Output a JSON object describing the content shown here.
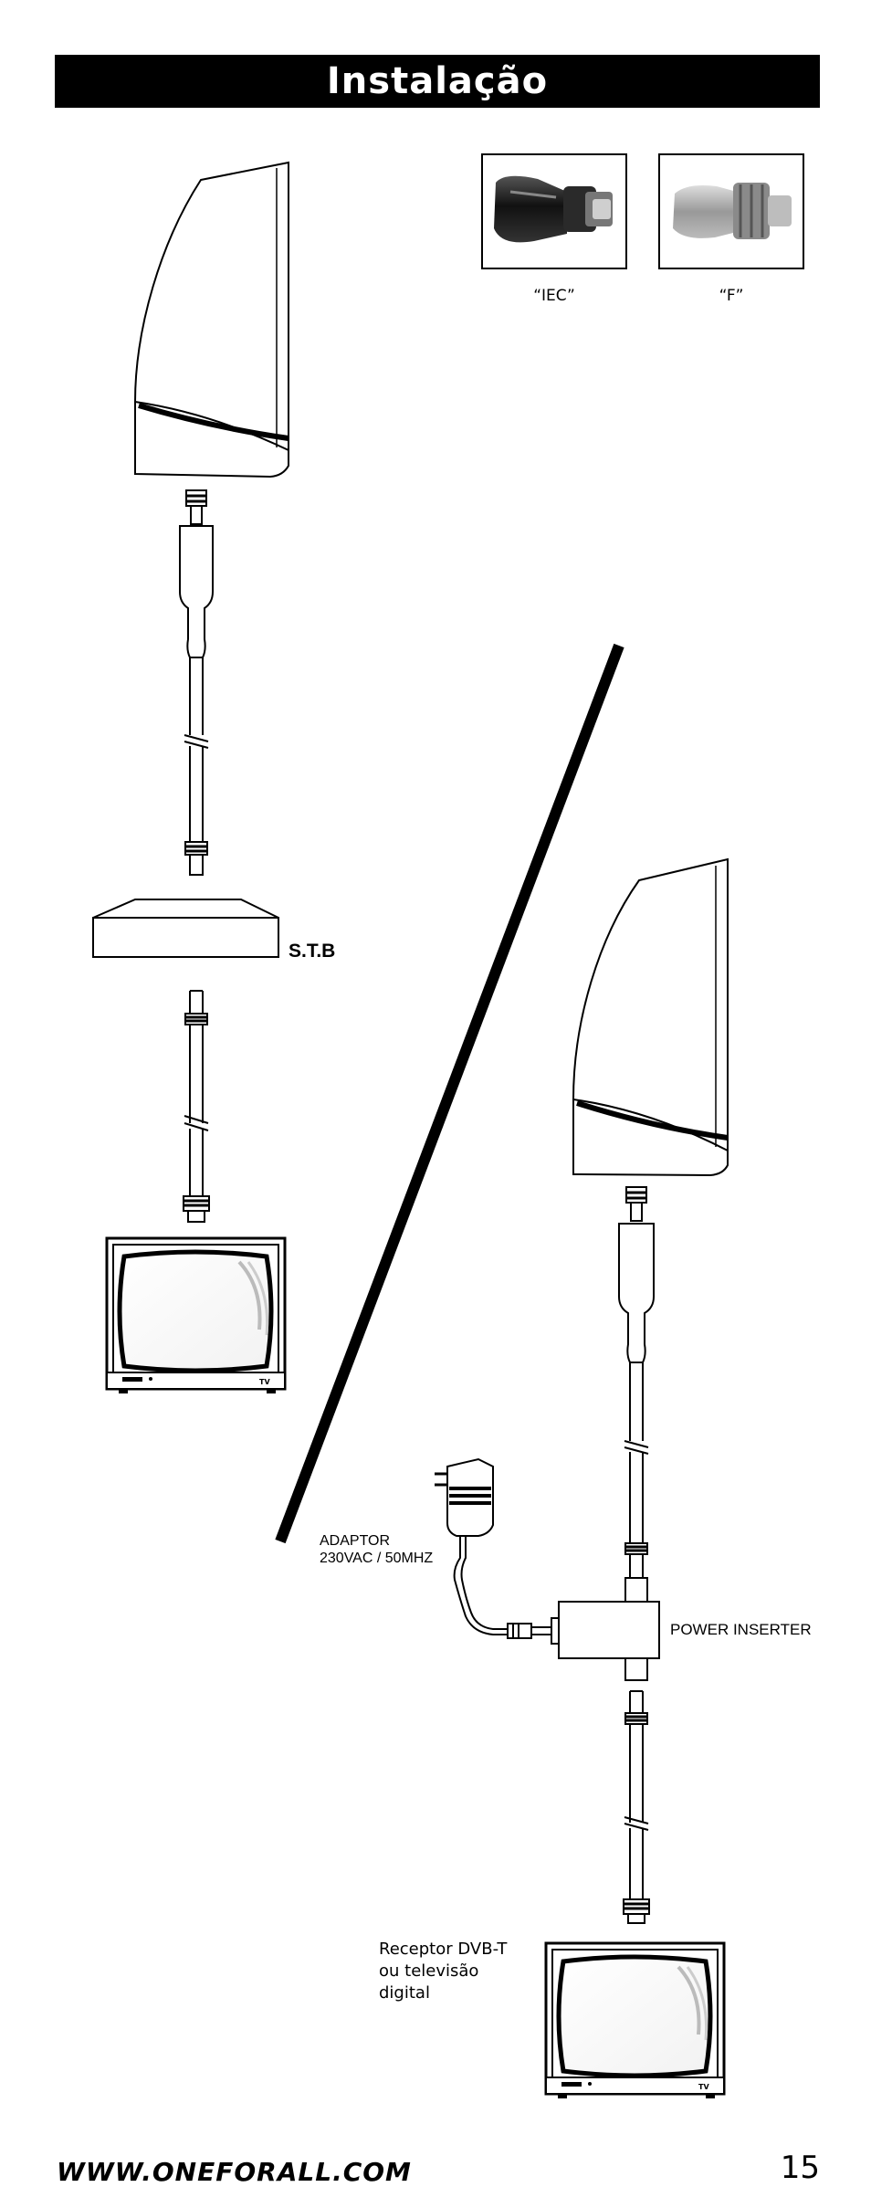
{
  "header": {
    "title": "Instalação"
  },
  "connectors": [
    {
      "caption": "“IEC”",
      "icon": "iec-plug-photo"
    },
    {
      "caption": "“F”",
      "icon": "f-connector-photo"
    }
  ],
  "setup_1": {
    "stb_label": "S.T.B"
  },
  "setup_2": {
    "adaptor_line1": "ADAPTOR",
    "adaptor_line2": "230VAC / 50MHZ",
    "power_inserter_label": "POWER INSERTER",
    "receiver_line1": "Receptor DVB-T",
    "receiver_line2": "ou televisão",
    "receiver_line3": "digital",
    "tv_badge": "TV"
  },
  "footer": {
    "url": "WWW.ONEFORALL.COM",
    "page_number": "15"
  }
}
